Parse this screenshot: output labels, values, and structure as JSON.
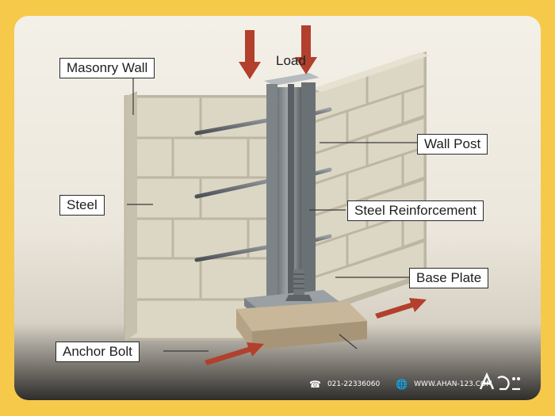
{
  "diagram": {
    "load_label": "Load",
    "labels": {
      "masonry_wall": "Masonry Wall",
      "steel": "Steel",
      "wall_post": "Wall Post",
      "steel_reinforcement": "Steel Reinforcement",
      "base_plate": "Base Plate",
      "anchor_bolt": "Anchor Bolt"
    },
    "colors": {
      "background": "#f6c94a",
      "brick": "#d9d3c1",
      "mortar": "#bdb6a3",
      "steel": "#8d9498",
      "arrow": "#b2402c"
    }
  },
  "footer": {
    "phone_icon": "phone-icon",
    "phone": "021-22336060",
    "web_icon": "globe-icon",
    "website": "WWW.AHAN-123.COM"
  }
}
